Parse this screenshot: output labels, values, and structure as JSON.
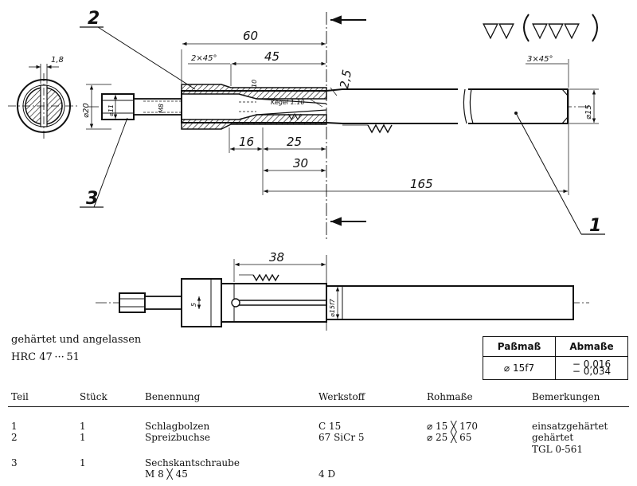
{
  "surface_symbols": {
    "main": "▽▽",
    "general": "▽▽▽"
  },
  "dimensions": {
    "d_1_8": "1,8",
    "chamfer_left": "2×45°",
    "chamfer_right": "3×45°",
    "d_60": "60",
    "d_45": "45",
    "d_2_5": "2,5",
    "d_10": "10",
    "d_20": "⌀20",
    "d_11": "⌀11",
    "d_m8": "M8",
    "taper": "Kegel 1:10",
    "d_16": "16",
    "d_25": "25",
    "d_30": "30",
    "d_165": "165",
    "d_15": "⌀15",
    "d_38": "38",
    "d_5": "5",
    "d_15f7": "⌀15f7"
  },
  "balloons": {
    "b1": "1",
    "b2": "2",
    "b3": "3"
  },
  "notes": {
    "hardened": "gehärtet und angelassen",
    "hrc": "HRC 47 ··· 51"
  },
  "fit_table": {
    "col1": "Paßmaß",
    "col2": "Abmaße",
    "fit": "⌀ 15f7",
    "upper": "− 0,016",
    "lower": "− 0,034"
  },
  "parts_list": {
    "headers": [
      "Teil",
      "Stück",
      "Benennung",
      "Werkstoff",
      "Rohmaße",
      "Bemerkungen"
    ],
    "rows": [
      [
        "1",
        "1",
        "Schlagbolzen",
        "C 15",
        "⌀ 15 ╳ 170",
        "einsatzgehärtet"
      ],
      [
        "2",
        "1",
        "Spreizbuchse",
        "67 SiCr 5",
        "⌀ 25 ╳ 65",
        "gehärtet"
      ],
      [
        "",
        "",
        "",
        "",
        "",
        "TGL 0-561"
      ],
      [
        "3",
        "1",
        "Sechskantschraube",
        "",
        "",
        ""
      ],
      [
        "",
        "",
        "M 8 ╳ 45",
        "4 D",
        "",
        ""
      ]
    ]
  }
}
